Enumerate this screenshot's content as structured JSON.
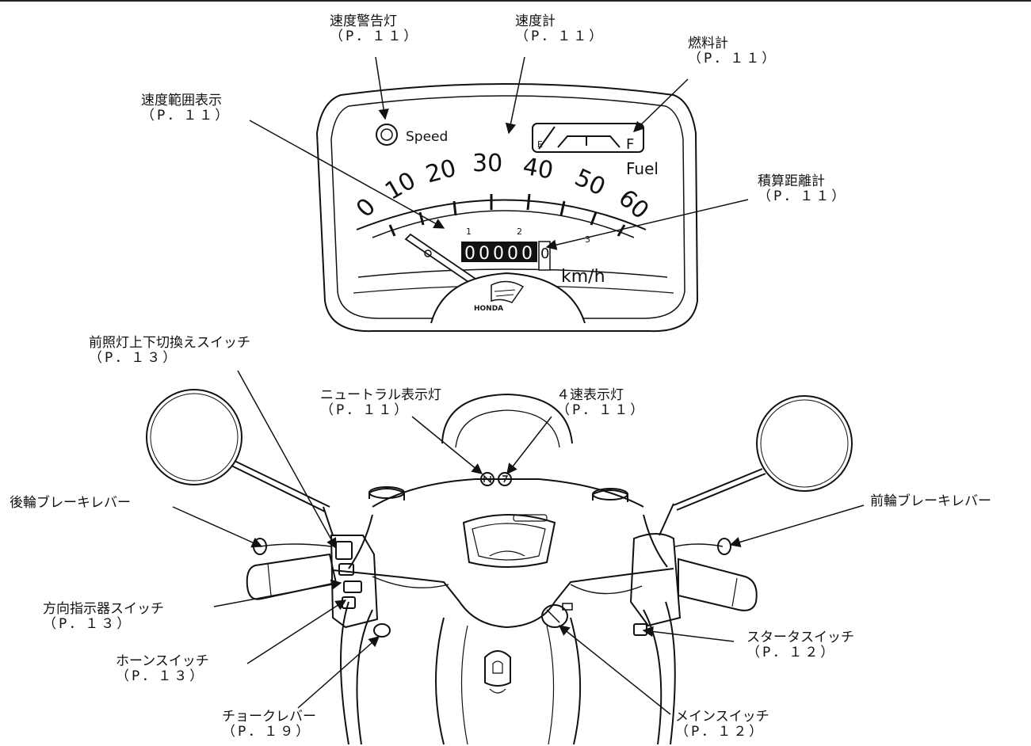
{
  "gauge": {
    "speed_word": "Speed",
    "fuel_word": "Fuel",
    "fuel_full": "F",
    "fuel_empty": "E",
    "unit": "km/h",
    "brand": "HONDA",
    "odometer_digits": [
      "0",
      "0",
      "0",
      "0",
      "0"
    ],
    "odometer_last": "0",
    "range_marks": [
      "1",
      "2",
      "3"
    ],
    "scale": [
      "0",
      "10",
      "20",
      "30",
      "40",
      "50",
      "60"
    ]
  },
  "labels": {
    "speed_warning": {
      "name": "速度警告灯",
      "ref": "（P．１１）"
    },
    "speedometer": {
      "name": "速度計",
      "ref": "（P．１１）"
    },
    "fuel_gauge": {
      "name": "燃料計",
      "ref": "（P．１１）"
    },
    "speed_range": {
      "name": "速度範囲表示",
      "ref": "（P．１１）"
    },
    "odometer": {
      "name": "積算距離計",
      "ref": "（P．１１）"
    },
    "dimmer_switch": {
      "name": "前照灯上下切換えスイッチ",
      "ref": "（P．１３）"
    },
    "neutral_indicator": {
      "name": "ニュートラル表示灯",
      "ref": "（P．１１）"
    },
    "fourth_indicator": {
      "name": "４速表示灯",
      "ref": "（P．１１）"
    },
    "rear_brake_lever": {
      "name": "後輪ブレーキレバー"
    },
    "front_brake_lever": {
      "name": "前輪ブレーキレバー"
    },
    "turn_signal_switch": {
      "name": "方向指示器スイッチ",
      "ref": "（P．１３）"
    },
    "horn_switch": {
      "name": "ホーンスイッチ",
      "ref": "（P．１３）"
    },
    "starter_switch": {
      "name": "スタータスイッチ",
      "ref": "（P．１２）"
    },
    "choke_lever": {
      "name": "チョークレバー",
      "ref": "（P．１９）"
    },
    "main_switch": {
      "name": "メインスイッチ",
      "ref": "（P．１２）"
    }
  }
}
